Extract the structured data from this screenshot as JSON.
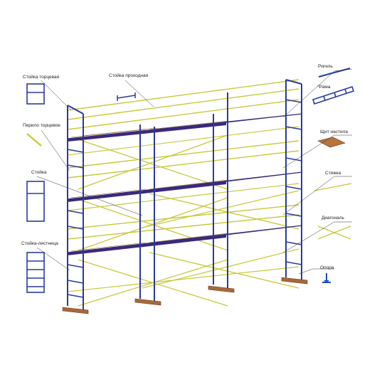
{
  "labels": {
    "rigel": "Ригель",
    "rama": "*Рама",
    "stoika_tortsevaya": "Стойка торцевая",
    "stoika_prokhodnaya": "Стойка проходная",
    "perilo_tortsevoe": "Перило торцевое",
    "shchit_nastila": "Щит настила",
    "styazhka": "Стяжка",
    "stoika": "Стойка",
    "diagonal": "Диагональ",
    "stoika_lestnitsa": "Стойка-лестница",
    "opora": "Опора"
  },
  "colors": {
    "frame_blue": "#2b3a9e",
    "rail_yellow": "#c8c83a",
    "deck_wood": "#b8723a",
    "deck_edge": "#3a2a7a",
    "base_pad": "#a8683a",
    "leader": "#333333",
    "support_blue": "#1f4fbf"
  }
}
